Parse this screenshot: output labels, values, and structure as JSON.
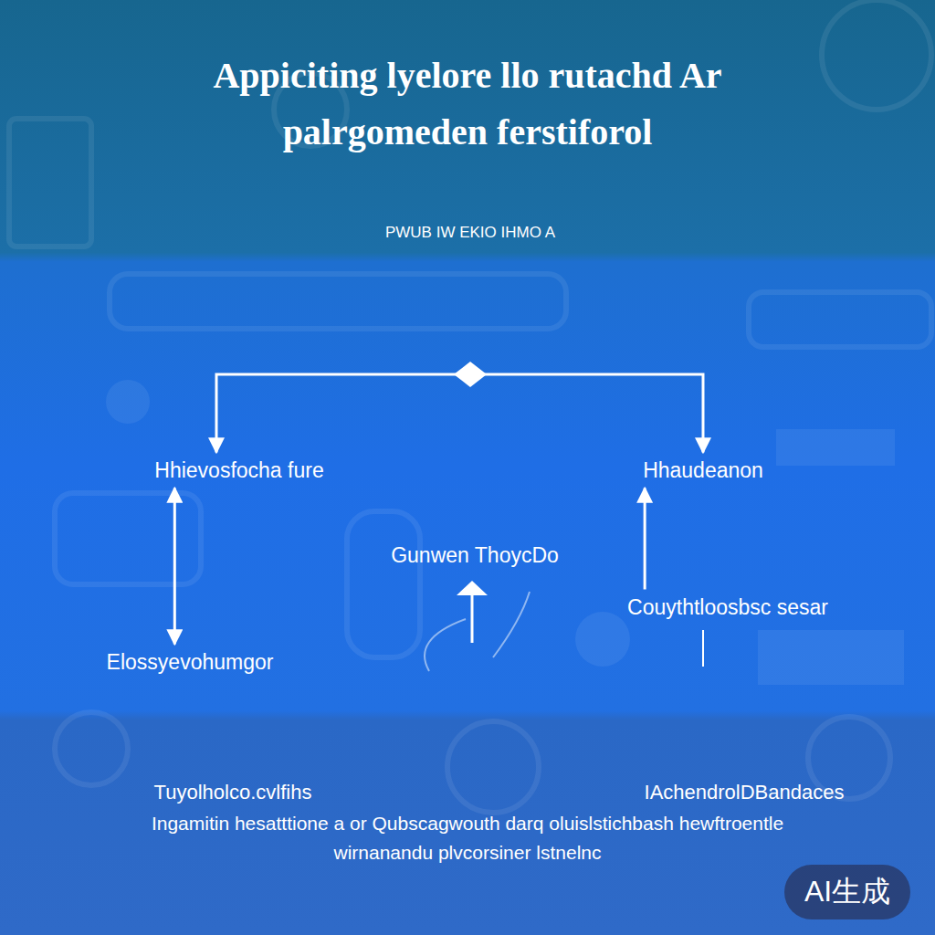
{
  "diagram": {
    "title": "Appiciting lyelore llo rutachd Ar palrgomeden ferstiforol",
    "caption": "Ingamitin hesatttione a or Qubscagwouth darq oluislstichbash hewftroentle wirnanandu plvcorsiner lstnelnc",
    "nodes": [
      {
        "text": [
          "Hhievosfocha fure"
        ]
      },
      {
        "text": [
          "Hhaudeanon"
        ]
      },
      {
        "text": [
          "Gunwen ThoycDo"
        ]
      },
      {
        "text": [
          "Couythtloosbsc sesar"
        ]
      },
      {
        "text": [
          "Elossyevohumgor"
        ]
      }
    ],
    "edges": [
      {
        "from": 0,
        "to": 1,
        "arrow": "both"
      },
      {
        "from": 0,
        "to": 4,
        "arrow": "both"
      },
      {
        "from": 3,
        "to": 1,
        "arrow": "to"
      }
    ],
    "labels": [
      "PWUB IW EKIO IHMO A",
      "Tuyolholco.cvlfihs",
      "IAchendrolDBandaces",
      "AI生成"
    ]
  }
}
